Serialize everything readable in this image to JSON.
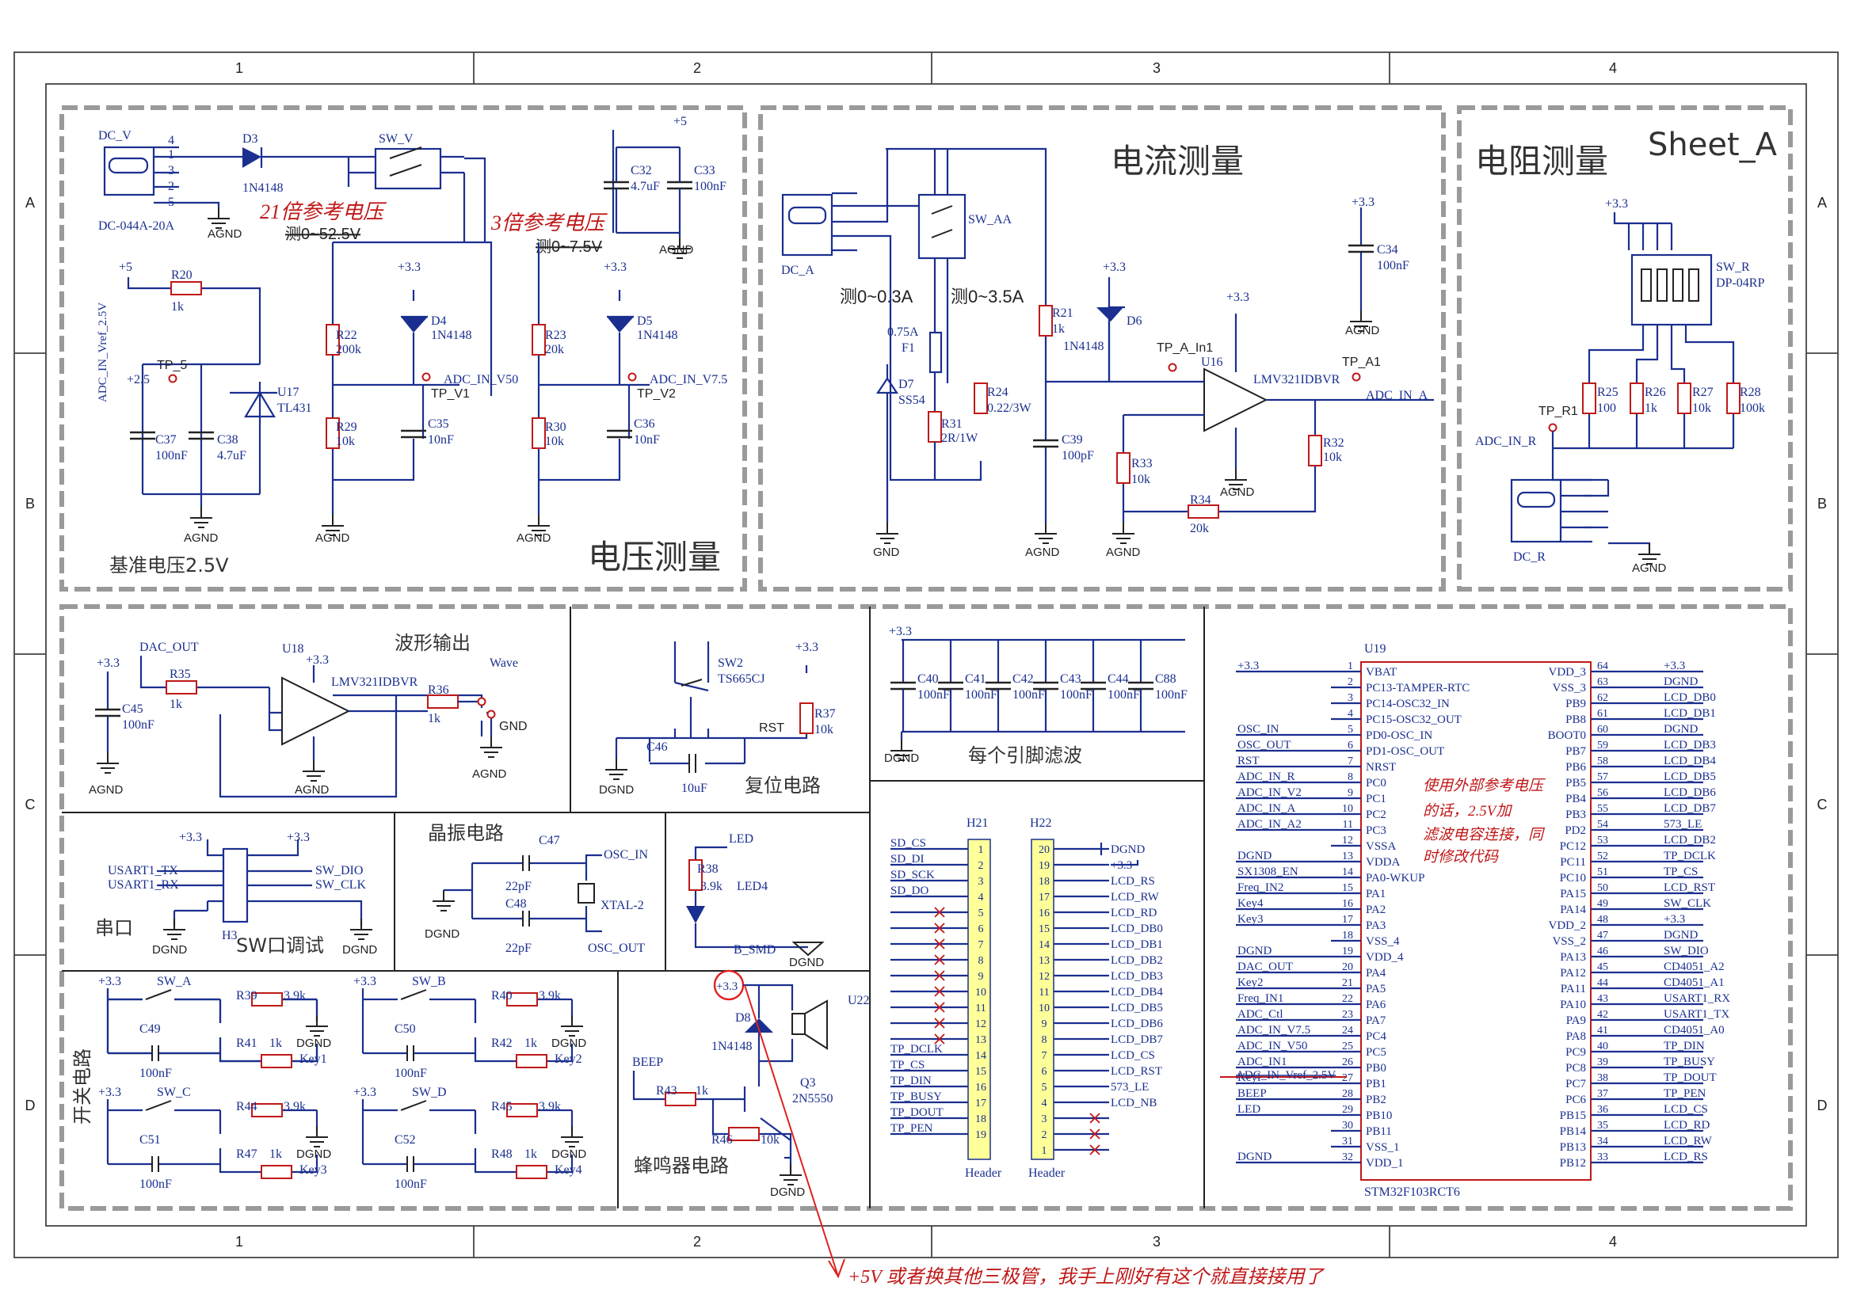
{
  "sheet": {
    "name": "Sheet_A",
    "cols": [
      "1",
      "2",
      "3",
      "4"
    ],
    "rows": [
      "A",
      "B",
      "C",
      "D"
    ]
  },
  "sections": {
    "voltage": "电压测量",
    "current": "电流测量",
    "resistance": "电阻测量",
    "ref": "基准电压2.5V",
    "wave": "波形输出",
    "reset": "复位电路",
    "filter": "每个引脚滤波",
    "crystal": "晶振电路",
    "serial": "串口",
    "swd": "SW口调试",
    "switch": "开关电路",
    "buzzer": "蜂鸣器电路"
  },
  "annotations": {
    "ref21": "21倍参考电压",
    "range52": "测0~52.5V",
    "ref3": "3倍参考电压",
    "range75": "测0~7.5V",
    "amp03": "测0~0.3A",
    "amp35": "测0~3.5A",
    "adcnote": [
      "使用外部参考电压",
      "的话，2.5V加",
      "滤波电容连接，同",
      "时修改代码"
    ],
    "bottom": "+5V 或者换其他三极管，我手上刚好有这个就直接接用了"
  },
  "dc_jack": {
    "ref": "DC_V",
    "part": "DC-044A-20A",
    "pins": [
      "4",
      "1",
      "3",
      "2",
      "5"
    ]
  },
  "ref_parts": {
    "r20": [
      "R20",
      "1k"
    ],
    "tp5": "TP_5",
    "plus5": "+5",
    "plus25": "+2.5",
    "c37": [
      "C37",
      "100nF"
    ],
    "c38": [
      "C38",
      "4.7uF"
    ],
    "u17": [
      "U17",
      "TL431"
    ],
    "vref": "ADC_IN_Vref_2.5V",
    "agnd": "AGND"
  },
  "volt_parts": {
    "d3": [
      "D3",
      "1N4148"
    ],
    "sw": "SW_V",
    "c32": [
      "C32",
      "4.7uF"
    ],
    "c33": [
      "C33",
      "100nF"
    ],
    "p5": "+5",
    "p33": "+3.3",
    "r22": [
      "R22",
      "200k"
    ],
    "r29": [
      "R29",
      "10k"
    ],
    "d4": [
      "D4",
      "1N4148"
    ],
    "c35": [
      "C35",
      "10nF"
    ],
    "tpv1": "TP_V1",
    "adc50": "ADC_IN_V50",
    "r23": [
      "R23",
      "20k"
    ],
    "r30": [
      "R30",
      "10k"
    ],
    "d5": [
      "D5",
      "1N4148"
    ],
    "c36": [
      "C36",
      "10nF"
    ],
    "tpv2": "TP_V2",
    "adc75": "ADC_IN_V7.5"
  },
  "cur_parts": {
    "dca": "DC_A",
    "sw": "SW_AA",
    "f1": [
      "0.75A",
      "F1"
    ],
    "d7": [
      "D7",
      "SS54"
    ],
    "r31": [
      "R31",
      "2R/1W"
    ],
    "r24": [
      "R24",
      "0.22/3W"
    ],
    "r21": [
      "R21",
      "1k"
    ],
    "d6": [
      "D6",
      "1N4148"
    ],
    "c39": [
      "C39",
      "100pF"
    ],
    "r33": [
      "R33",
      "10k"
    ],
    "r34": [
      "R34",
      "20k"
    ],
    "u16": [
      "U16",
      "LMV321IDBVR"
    ],
    "tpain": "TP_A_In1",
    "tpa1": "TP_A1",
    "adcin": "ADC_IN_A",
    "r32": [
      "R32",
      "10k"
    ],
    "c34": [
      "C34",
      "100nF"
    ],
    "p33": "+3.3",
    "gnd": "GND",
    "agnd": "AGND"
  },
  "res_parts": {
    "p33": "+3.3",
    "sw": [
      "SW_R",
      "DP-04RP"
    ],
    "r25": [
      "R25",
      "100"
    ],
    "r26": [
      "R26",
      "1k"
    ],
    "r27": [
      "R27",
      "10k"
    ],
    "r28": [
      "R28",
      "100k"
    ],
    "tpr1": "TP_R1",
    "adcr": "ADC_IN_R",
    "dcr": "DC_R",
    "agnd": "AGND"
  },
  "wave_parts": {
    "dac": "DAC_OUT",
    "p33": "+3.3",
    "c45": [
      "C45",
      "100nF"
    ],
    "r35": [
      "R35",
      "1k"
    ],
    "u18": [
      "U18",
      "LMV321IDBVR"
    ],
    "r36": [
      "R36",
      "1k"
    ],
    "wave": "Wave",
    "gnd": "GND",
    "agnd": "AGND"
  },
  "reset_parts": {
    "sw2": [
      "SW2",
      "TS665CJ"
    ],
    "p33": "+3.3",
    "r37": [
      "R37",
      "10k"
    ],
    "rst": "RST",
    "c46": [
      "C46",
      "10uF"
    ],
    "dgnd": "DGND"
  },
  "filter_parts": {
    "p33": "+3.3",
    "caps": [
      [
        "C40",
        "100nF"
      ],
      [
        "C41",
        "100nF"
      ],
      [
        "C42",
        "100nF"
      ],
      [
        "C43",
        "100nF"
      ],
      [
        "C44",
        "100nF"
      ],
      [
        "C88",
        "100nF"
      ]
    ],
    "dgnd": "DGND"
  },
  "serial_parts": {
    "h3": "H3",
    "p33": "+3.3",
    "tx": "USART1_TX",
    "rx": "USART1_RX",
    "dio": "SW_DIO",
    "clk": "SW_CLK",
    "dgnd": "DGND"
  },
  "crystal_parts": {
    "c47": [
      "C47",
      "22pF"
    ],
    "c48": [
      "C48",
      "22pF"
    ],
    "xtal": "XTAL-2",
    "oscin": "OSC_IN",
    "oscout": "OSC_OUT",
    "dgnd": "DGND"
  },
  "led_parts": {
    "led": "LED",
    "r38": [
      "R38",
      "3.9k"
    ],
    "led4": "LED4",
    "smd": "B_SMD",
    "dgnd": "DGND"
  },
  "sw_parts": {
    "p33": "+3.3",
    "dgnd": "DGND",
    "a": [
      "SW_A",
      "R39",
      "3.9k",
      "C49",
      "100nF",
      "R41",
      "1k",
      "Key1"
    ],
    "b": [
      "SW_B",
      "R40",
      "3.9k",
      "C50",
      "100nF",
      "R42",
      "1k",
      "Key2"
    ],
    "c": [
      "SW_C",
      "R44",
      "3.9k",
      "C51",
      "100nF",
      "R47",
      "1k",
      "Key3"
    ],
    "d": [
      "SW_D",
      "R45",
      "3.9k",
      "C52",
      "100nF",
      "R48",
      "1k",
      "Key4"
    ]
  },
  "buzz_parts": {
    "p33": "+3.3",
    "d8": [
      "D8",
      "1N4148"
    ],
    "u22": "U22",
    "beep": "BEEP",
    "r43": [
      "R43",
      "1k"
    ],
    "r46": [
      "R46",
      "10k"
    ],
    "q3": [
      "Q3",
      "2N5550"
    ],
    "dgnd": "DGND"
  },
  "h21": {
    "ref": "H21",
    "part": "Header",
    "nets": [
      "SD_CS",
      "SD_DI",
      "SD_SCK",
      "SD_DO",
      "",
      "",
      "",
      "",
      "",
      "",
      "",
      "",
      "",
      "TP_DCLK",
      "TP_CS",
      "TP_DIN",
      "TP_BUSY",
      "TP_DOUT",
      "TP_PEN"
    ]
  },
  "h22": {
    "ref": "H22",
    "part": "Header",
    "nets": [
      "DGND",
      "+3.3",
      "LCD_RS",
      "LCD_RW",
      "LCD_RD",
      "LCD_DB0",
      "LCD_DB1",
      "LCD_DB2",
      "LCD_DB3",
      "LCD_DB4",
      "LCD_DB5",
      "LCD_DB6",
      "LCD_DB7",
      "LCD_CS",
      "LCD_RST",
      "573_LE",
      "LCD_NB",
      "",
      "",
      ""
    ]
  },
  "mcu": {
    "ref": "U19",
    "part": "STM32F103RCT6",
    "left": [
      [
        "+3.3",
        "1",
        "VBAT"
      ],
      [
        "",
        "2",
        "PC13-TAMPER-RTC"
      ],
      [
        "",
        "3",
        "PC14-OSC32_IN"
      ],
      [
        "",
        "4",
        "PC15-OSC32_OUT"
      ],
      [
        "OSC_IN",
        "5",
        "PD0-OSC_IN"
      ],
      [
        "OSC_OUT",
        "6",
        "PD1-OSC_OUT"
      ],
      [
        "RST",
        "7",
        "NRST"
      ],
      [
        "ADC_IN_R",
        "8",
        "PC0"
      ],
      [
        "ADC_IN_V2",
        "9",
        "PC1"
      ],
      [
        "ADC_IN_A",
        "10",
        "PC2"
      ],
      [
        "ADC_IN_A2",
        "11",
        "PC3"
      ],
      [
        "",
        "12",
        "VSSA"
      ],
      [
        "DGND",
        "13",
        "VDDA"
      ],
      [
        "SX1308_EN",
        "14",
        "PA0-WKUP"
      ],
      [
        "Freq_IN2",
        "15",
        "PA1"
      ],
      [
        "Key4",
        "16",
        "PA2"
      ],
      [
        "Key3",
        "17",
        "PA3"
      ],
      [
        "",
        "18",
        "VSS_4"
      ],
      [
        "DGND",
        "19",
        "VDD_4"
      ],
      [
        "DAC_OUT",
        "20",
        "PA4"
      ],
      [
        "Key2",
        "21",
        "PA5"
      ],
      [
        "Freq_IN1",
        "22",
        "PA6"
      ],
      [
        "ADC_Ctl",
        "23",
        "PA7"
      ],
      [
        "ADC_IN_V7.5",
        "24",
        "PC4"
      ],
      [
        "ADC_IN_V50",
        "25",
        "PC5"
      ],
      [
        "ADC_IN1",
        "26",
        "PB0"
      ],
      [
        "Keyl",
        "27",
        "PB1"
      ],
      [
        "BEEP",
        "28",
        "PB2"
      ],
      [
        "LED",
        "29",
        "PB10"
      ],
      [
        "",
        "30",
        "PB11"
      ],
      [
        "",
        "31",
        "VSS_1"
      ],
      [
        "DGND",
        "32",
        "VDD_1"
      ]
    ],
    "right": [
      [
        "VDD_3",
        "64",
        "+3.3"
      ],
      [
        "VSS_3",
        "63",
        "DGND"
      ],
      [
        "PB9",
        "62",
        "LCD_DB0"
      ],
      [
        "PB8",
        "61",
        "LCD_DB1"
      ],
      [
        "BOOT0",
        "60",
        "DGND"
      ],
      [
        "PB7",
        "59",
        "LCD_DB3"
      ],
      [
        "PB6",
        "58",
        "LCD_DB4"
      ],
      [
        "PB5",
        "57",
        "LCD_DB5"
      ],
      [
        "PB4",
        "56",
        "LCD_DB6"
      ],
      [
        "PB3",
        "55",
        "LCD_DB7"
      ],
      [
        "PD2",
        "54",
        "573_LE"
      ],
      [
        "PC12",
        "53",
        "LCD_DB2"
      ],
      [
        "PC11",
        "52",
        "TP_DCLK"
      ],
      [
        "PC10",
        "51",
        "TP_CS"
      ],
      [
        "PA15",
        "50",
        "LCD_RST"
      ],
      [
        "PA14",
        "49",
        "SW_CLK"
      ],
      [
        "VDD_2",
        "48",
        "+3.3"
      ],
      [
        "VSS_2",
        "47",
        "DGND"
      ],
      [
        "PA13",
        "46",
        "SW_DIO"
      ],
      [
        "PA12",
        "45",
        "CD4051_A2"
      ],
      [
        "PA11",
        "44",
        "CD4051_A1"
      ],
      [
        "PA10",
        "43",
        "USART1_RX"
      ],
      [
        "PA9",
        "42",
        "USART1_TX"
      ],
      [
        "PA8",
        "41",
        "CD4051_A0"
      ],
      [
        "PC9",
        "40",
        "TP_DIN"
      ],
      [
        "PC8",
        "39",
        "TP_BUSY"
      ],
      [
        "PC7",
        "38",
        "TP_DOUT"
      ],
      [
        "PC6",
        "37",
        "TP_PEN"
      ],
      [
        "PB15",
        "36",
        "LCD_CS"
      ],
      [
        "PB14",
        "35",
        "LCD_RD"
      ],
      [
        "PB13",
        "34",
        "LCD_RW"
      ],
      [
        "PB12",
        "33",
        "LCD_RS"
      ]
    ],
    "vref_net": "ADC_IN_Vref_2.5V"
  },
  "palette": {
    "wire": "#1a2f8f",
    "note": "#c01818",
    "frame": "#9a9a9a",
    "ink": "#222222"
  }
}
